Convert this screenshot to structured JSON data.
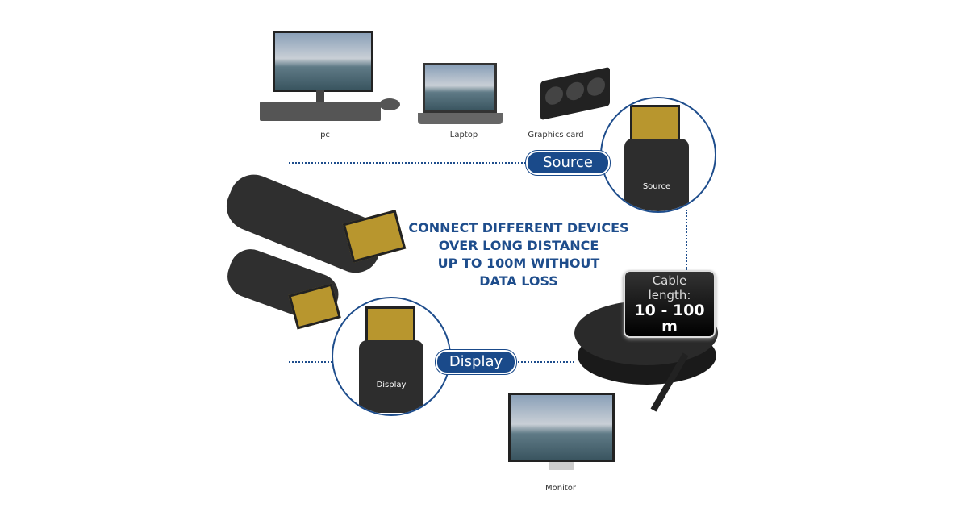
{
  "devices": {
    "pc": "pc",
    "laptop": "Laptop",
    "graphics_card": "Graphics card",
    "monitor": "Monitor"
  },
  "badges": {
    "source": "Source",
    "display": "Display"
  },
  "connector_labels": {
    "source": "Source",
    "display": "Display"
  },
  "headline": [
    "CONNECT DIFFERENT DEVICES",
    "OVER LONG DISTANCE",
    "UP TO 100M WITHOUT",
    "DATA LOSS"
  ],
  "cable": {
    "label": "Cable length:",
    "value": "10 - 100 m"
  },
  "colors": {
    "accent": "#1e4d8c"
  }
}
